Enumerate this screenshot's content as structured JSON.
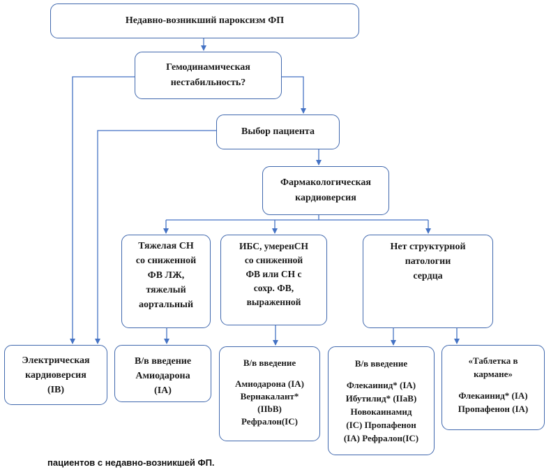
{
  "nodes": {
    "start": "Недавно-возникший пароксизм ФП",
    "instability": [
      "Гемодинамическая",
      "нестабильность?"
    ],
    "choice": "Выбор пациента",
    "pharm": [
      "Фармакологическая",
      "кардиоверсия"
    ],
    "severe_hf": [
      "Тяжелая СН",
      "со сниженной",
      "ФВ ЛЖ,",
      "тяжелый",
      "аортальный"
    ],
    "ihd": [
      "ИБС, умеренСН",
      "со сниженной",
      "ФВ или СН с",
      "сохр. ФВ,",
      "выраженной"
    ],
    "no_struct": [
      "Нет структурной",
      "патологии",
      "сердца"
    ],
    "electric": [
      "Электрическая",
      "кардиоверсия",
      "(IB)"
    ],
    "amio": [
      "В/в введение",
      "Амиодарона",
      "(IA)"
    ],
    "iv_ihd": {
      "title": "В/в введение",
      "lines": [
        "Амиодарона (IA)",
        "Вернакалант*",
        "(IIbB)",
        "Рефралон(IC)"
      ]
    },
    "iv_none": {
      "title": "В/в введение",
      "lines": [
        "Флекаинид* (IA)",
        "Ибутилид* (IIaB)",
        "Новокаинамид",
        "(IC)  Пропафенон",
        "(IA) Рефралон(IC)"
      ]
    },
    "pill": {
      "title": [
        "«Таблетка в",
        "кармане»"
      ],
      "lines": [
        "Флекаинид* (IA)",
        "Пропафенон (IA)"
      ]
    }
  },
  "caption": "пациентов с недавно-возникшей ФП.",
  "colors": {
    "line": "#4472c4",
    "border": "#3f67ad"
  }
}
